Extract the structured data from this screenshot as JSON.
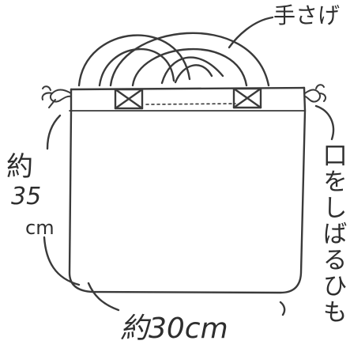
{
  "labels": {
    "handle": "手さげ",
    "height_prefix": "約",
    "height_value": "35",
    "height_unit": "cm",
    "width": "約30cm",
    "drawstring": "口をしばるひも"
  },
  "colors": {
    "ink": "#2e2e2e",
    "paper": "#ffffff"
  }
}
